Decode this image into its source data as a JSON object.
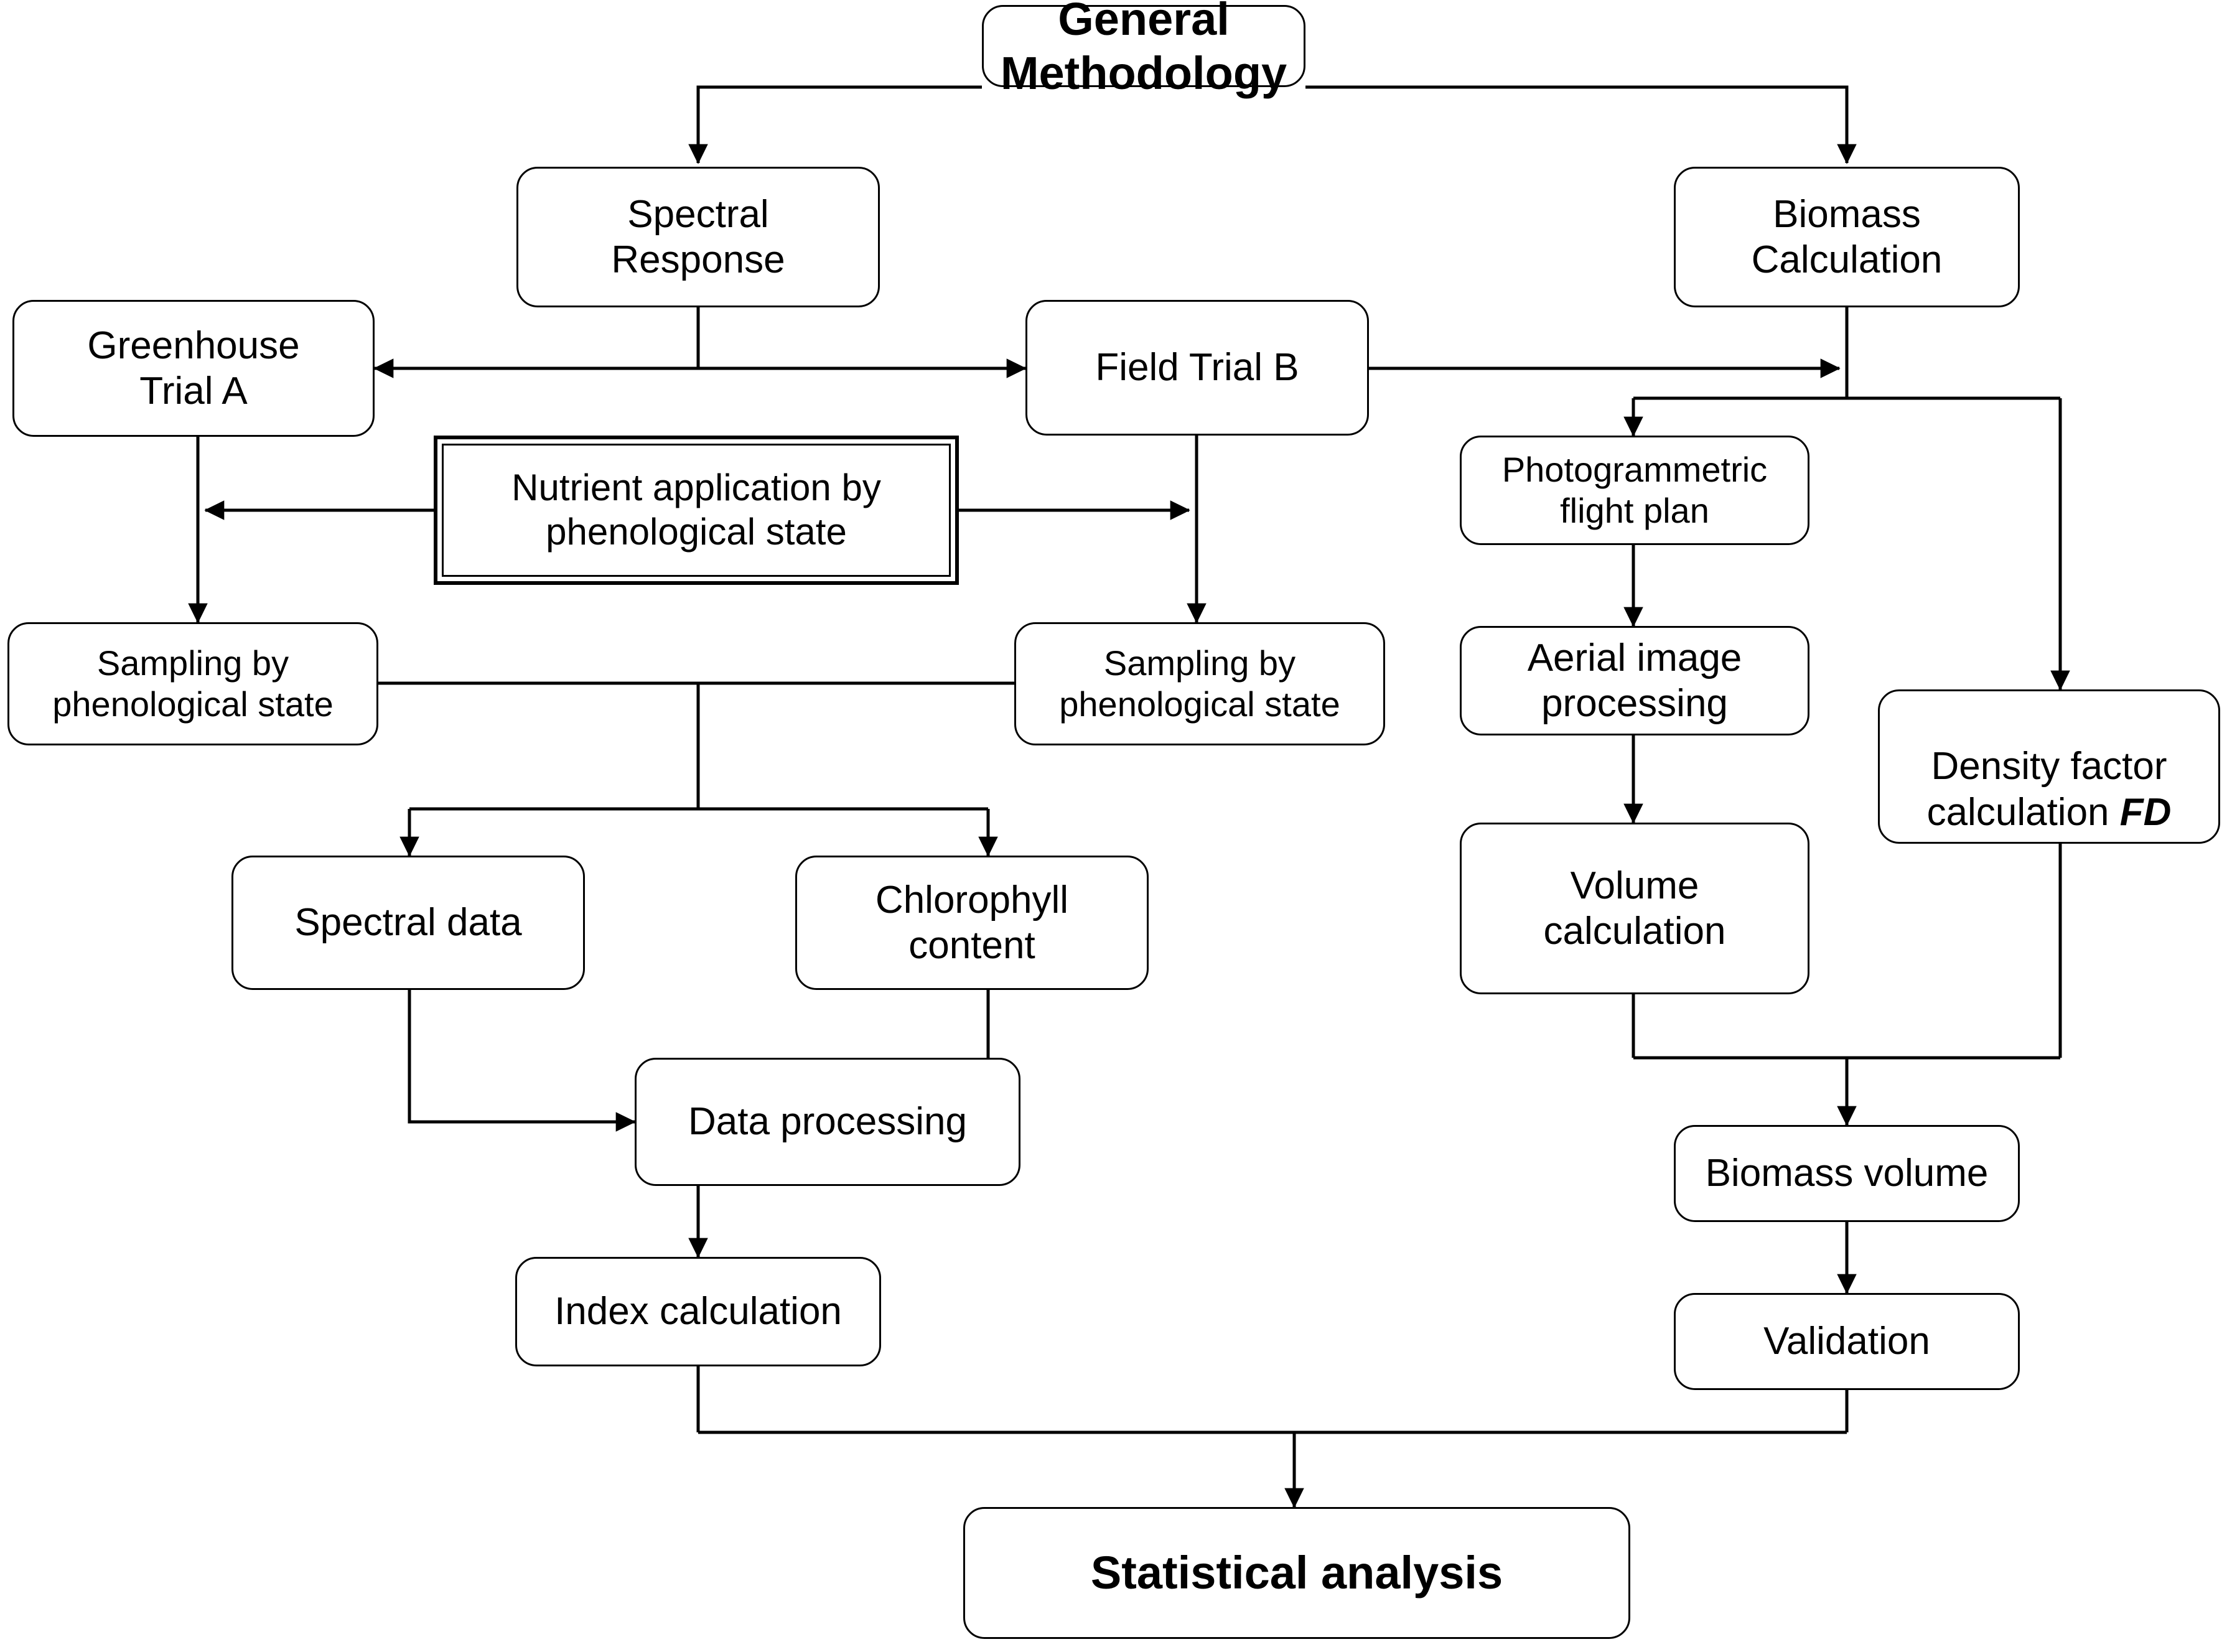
{
  "diagram": {
    "title": "General Methodology",
    "type": "flowchart",
    "background_color": "#ffffff",
    "line_color": "#000000",
    "text_color": "#000000"
  },
  "nodes": {
    "general_methodology": {
      "label": "General\nMethodology",
      "style": "rounded-bold"
    },
    "spectral_response": {
      "label": "Spectral\nResponse",
      "style": "rounded"
    },
    "biomass_calculation": {
      "label": "Biomass\nCalculation",
      "style": "rounded"
    },
    "greenhouse_trial_a": {
      "label": "Greenhouse\nTrial A",
      "style": "rounded"
    },
    "field_trial_b": {
      "label": "Field Trial B",
      "style": "rounded"
    },
    "nutrient_application": {
      "label": "Nutrient application by\nphenological state",
      "style": "double-square"
    },
    "sampling_left": {
      "label": "Sampling by\nphenological state",
      "style": "rounded"
    },
    "sampling_right": {
      "label": "Sampling by\nphenological state",
      "style": "rounded"
    },
    "photogrammetric_flight_plan": {
      "label": "Photogrammetric\nflight plan",
      "style": "rounded"
    },
    "aerial_image_processing": {
      "label": "Aerial image\nprocessing",
      "style": "rounded"
    },
    "volume_calculation": {
      "label": "Volume\ncalculation",
      "style": "rounded"
    },
    "density_factor": {
      "label_prefix": "Density factor\ncalculation ",
      "label_emphasis": "FD",
      "style": "rounded"
    },
    "spectral_data": {
      "label": "Spectral data",
      "style": "rounded"
    },
    "chlorophyll_content": {
      "label": "Chlorophyll\ncontent",
      "style": "rounded"
    },
    "data_processing": {
      "label": "Data processing",
      "style": "rounded"
    },
    "index_calculation": {
      "label": "Index calculation",
      "style": "rounded"
    },
    "biomass_volume": {
      "label": "Biomass volume",
      "style": "rounded"
    },
    "validation": {
      "label": "Validation",
      "style": "rounded"
    },
    "statistical_analysis": {
      "label": "Statistical analysis",
      "style": "rounded-bold"
    }
  },
  "edges": [
    {
      "from": "general_methodology",
      "to": "spectral_response",
      "kind": "elbow-left-down"
    },
    {
      "from": "general_methodology",
      "to": "biomass_calculation",
      "kind": "elbow-right-down"
    },
    {
      "from": "spectral_response",
      "to": "greenhouse_trial_a",
      "kind": "down-split-left"
    },
    {
      "from": "spectral_response",
      "to": "field_trial_b",
      "kind": "down-split-right"
    },
    {
      "from": "greenhouse_trial_a",
      "to": "sampling_left",
      "kind": "straight-down"
    },
    {
      "from": "field_trial_b",
      "to": "sampling_right",
      "kind": "straight-down"
    },
    {
      "from": "nutrient_application",
      "to": "greenhouse_trial_a",
      "kind": "left-arrow"
    },
    {
      "from": "nutrient_application",
      "to": "field_trial_b",
      "kind": "right-arrow"
    },
    {
      "from": "field_trial_b",
      "to": "biomass_calculation",
      "kind": "right-arrow"
    },
    {
      "from": "biomass_calculation",
      "to": "photogrammetric_flight_plan",
      "kind": "down-split-left"
    },
    {
      "from": "biomass_calculation",
      "to": "density_factor",
      "kind": "down-split-right"
    },
    {
      "from": "photogrammetric_flight_plan",
      "to": "aerial_image_processing",
      "kind": "straight-down"
    },
    {
      "from": "aerial_image_processing",
      "to": "volume_calculation",
      "kind": "straight-down"
    },
    {
      "from": "sampling_left",
      "to": "spectral_data",
      "kind": "merge-split-down"
    },
    {
      "from": "sampling_right",
      "to": "chlorophyll_content",
      "kind": "merge-split-down"
    },
    {
      "from": "spectral_data",
      "to": "data_processing",
      "kind": "elbow-right"
    },
    {
      "from": "chlorophyll_content",
      "to": "data_processing",
      "kind": "elbow-left"
    },
    {
      "from": "data_processing",
      "to": "index_calculation",
      "kind": "straight-down"
    },
    {
      "from": "volume_calculation",
      "to": "biomass_volume",
      "kind": "merge-down"
    },
    {
      "from": "density_factor",
      "to": "biomass_volume",
      "kind": "merge-down"
    },
    {
      "from": "biomass_volume",
      "to": "validation",
      "kind": "straight-down"
    },
    {
      "from": "index_calculation",
      "to": "statistical_analysis",
      "kind": "merge-down"
    },
    {
      "from": "validation",
      "to": "statistical_analysis",
      "kind": "merge-down"
    }
  ]
}
